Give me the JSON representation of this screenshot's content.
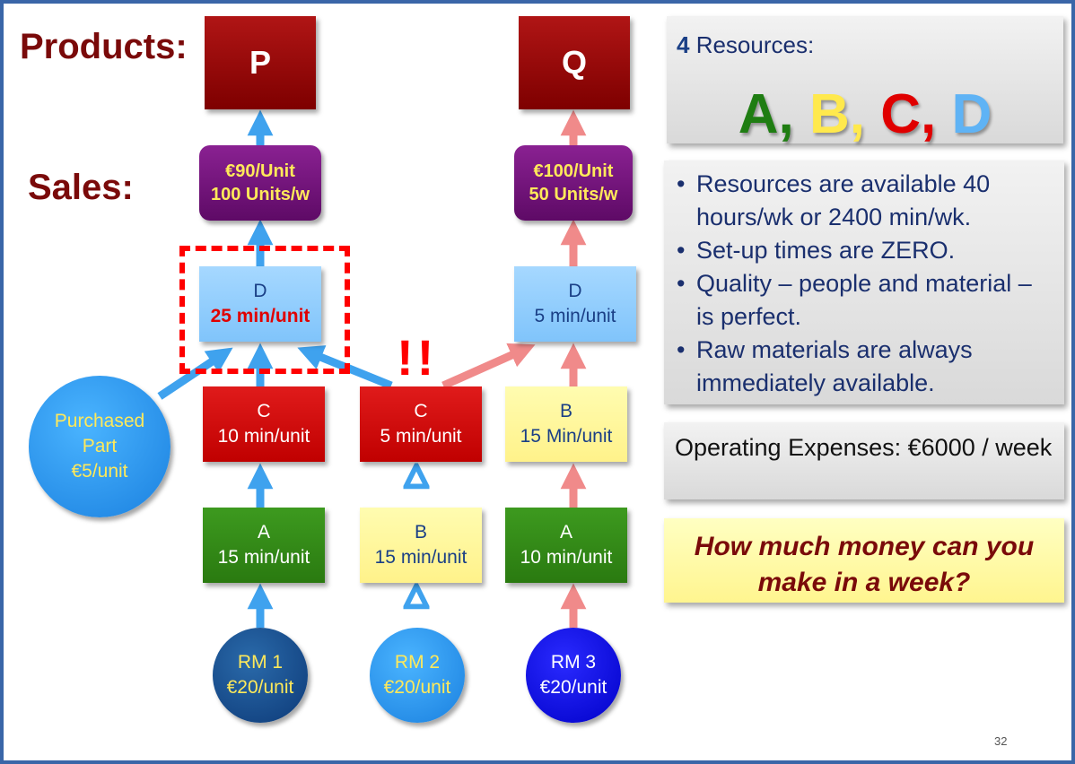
{
  "labels": {
    "products": "Products:",
    "sales": "Sales:",
    "alert": "!!"
  },
  "products": {
    "p": "P",
    "q": "Q"
  },
  "sales": {
    "p_price": "€90/Unit",
    "p_volume": "100 Units/w",
    "q_price": "€100/Unit",
    "q_volume": "50 Units/w"
  },
  "resources": {
    "d_left": {
      "name": "D",
      "time": "25 min/unit"
    },
    "d_right": {
      "name": "D",
      "time": "5 min/unit"
    },
    "c_left": {
      "name": "C",
      "time": "10 min/unit"
    },
    "c_mid": {
      "name": "C",
      "time": "5 min/unit"
    },
    "b_right": {
      "name": "B",
      "time": "15 Min/unit"
    },
    "a_left": {
      "name": "A",
      "time": "15 min/unit"
    },
    "b_mid": {
      "name": "B",
      "time": "15 min/unit"
    },
    "a_right": {
      "name": "A",
      "time": "10 min/unit"
    }
  },
  "materials": {
    "purchased": {
      "line1": "Purchased",
      "line2": "Part",
      "cost": "€5/unit"
    },
    "rm1": {
      "name": "RM 1",
      "cost": "€20/unit"
    },
    "rm2": {
      "name": "RM 2",
      "cost": "€20/unit"
    },
    "rm3": {
      "name": "RM 3",
      "cost": "€20/unit"
    }
  },
  "panels": {
    "resources_count": "4",
    "resources_title": " Resources:",
    "letters": {
      "a": "A",
      "b": "B",
      "c": "C",
      "d": "D",
      "sep": ", "
    },
    "bullets": [
      "Resources are available 40 hours/wk or 2400 min/wk.",
      "Set-up times are ZERO.",
      "Quality – people and material – is perfect.",
      "Raw materials are always immediately available."
    ],
    "operating_expenses": "Operating Expenses: €6000 / week",
    "question": "How much money can you make in a week?"
  },
  "page_number": "32",
  "colors": {
    "letter_a": "#1f7d12",
    "letter_b": "#ffe94d",
    "letter_c": "#e00000",
    "letter_d": "#5fb3f5",
    "arrow_p": "#3fa2ee",
    "arrow_q": "#f08a8a"
  }
}
